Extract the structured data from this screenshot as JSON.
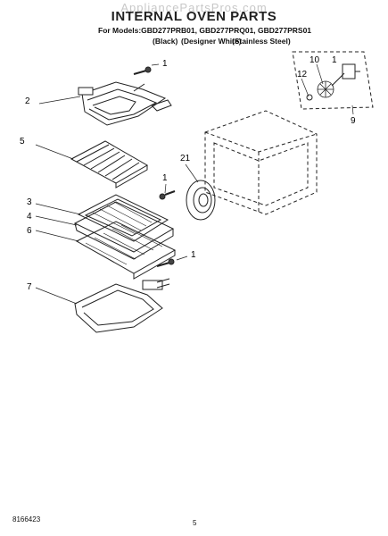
{
  "watermark": "AppliancePartsPros.com",
  "title": "INTERNAL OVEN PARTS",
  "models_line": "For Models:GBD277PRB01, GBD277PRQ01, GBD277PRS01",
  "variants": [
    "(Black)",
    "(Designer White)",
    "(Stainless Steel)"
  ],
  "callouts": [
    "1",
    "2",
    "5",
    "10",
    "1",
    "12",
    "9",
    "21",
    "1",
    "3",
    "4",
    "6",
    "1",
    "7"
  ],
  "footer": {
    "doc_number": "8166423",
    "page_number": "5"
  }
}
